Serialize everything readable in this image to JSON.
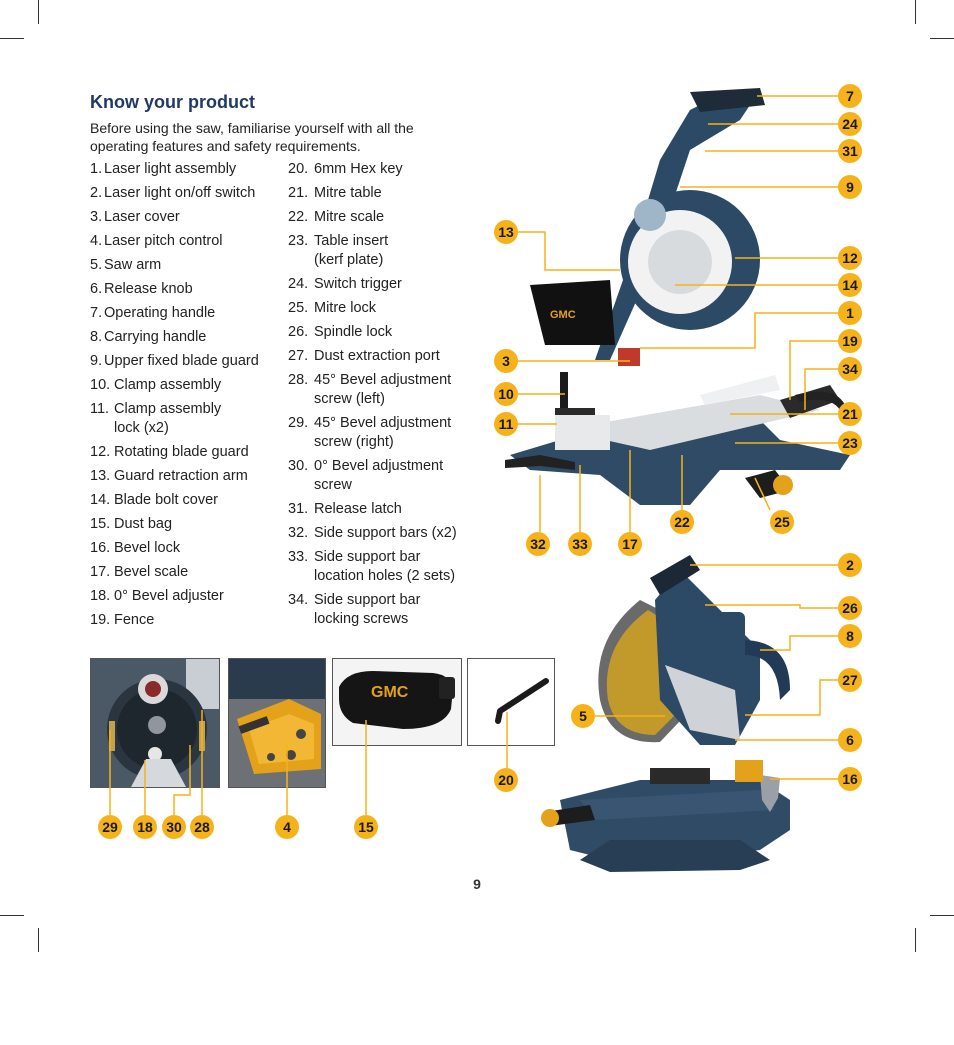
{
  "heading": "Know your product",
  "intro": "Before using the saw, familiarise yourself with all the operating features and safety requirements.",
  "parts_left": [
    {
      "num": "1.",
      "text": "Laser light assembly"
    },
    {
      "num": "2.",
      "text": "Laser light on/off switch"
    },
    {
      "num": "3.",
      "text": "Laser cover"
    },
    {
      "num": "4.",
      "text": "Laser pitch control"
    },
    {
      "num": "5.",
      "text": "Saw arm"
    },
    {
      "num": "6.",
      "text": "Release knob"
    },
    {
      "num": "7.",
      "text": "Operating handle"
    },
    {
      "num": "8.",
      "text": "Carrying handle"
    },
    {
      "num": "9.",
      "text": "Upper fixed blade guard"
    },
    {
      "num": "10.",
      "text": "Clamp assembly"
    },
    {
      "num": "11.",
      "text": "Clamp assembly\nlock (x2)"
    },
    {
      "num": "12.",
      "text": "Rotating blade guard"
    },
    {
      "num": "13.",
      "text": "Guard retraction arm"
    },
    {
      "num": "14.",
      "text": "Blade bolt cover"
    },
    {
      "num": "15.",
      "text": "Dust bag"
    },
    {
      "num": "16.",
      "text": "Bevel lock"
    },
    {
      "num": "17.",
      "text": "Bevel scale"
    },
    {
      "num": "18.",
      "text": "0° Bevel adjuster"
    },
    {
      "num": "19.",
      "text": "Fence"
    }
  ],
  "parts_right": [
    {
      "num": "20.",
      "text": "6mm Hex key"
    },
    {
      "num": "21.",
      "text": "Mitre table"
    },
    {
      "num": "22.",
      "text": "Mitre scale"
    },
    {
      "num": "23.",
      "text": "Table insert\n(kerf plate)"
    },
    {
      "num": "24.",
      "text": "Switch trigger"
    },
    {
      "num": "25.",
      "text": "Mitre lock"
    },
    {
      "num": "26.",
      "text": "Spindle lock"
    },
    {
      "num": "27.",
      "text": "Dust extraction port"
    },
    {
      "num": "28.",
      "text": "45° Bevel adjustment\nscrew (left)"
    },
    {
      "num": "29.",
      "text": "45° Bevel adjustment\nscrew (right)"
    },
    {
      "num": "30.",
      "text": "0° Bevel adjustment\nscrew"
    },
    {
      "num": "31.",
      "text": "Release latch"
    },
    {
      "num": "32.",
      "text": "Side support bars (x2)"
    },
    {
      "num": "33.",
      "text": "Side support bar\nlocation holes (2 sets)"
    },
    {
      "num": "34.",
      "text": "Side support bar\nlocking screws"
    }
  ],
  "brand_logo": "GMC",
  "callouts": [
    "7",
    "24",
    "31",
    "9",
    "13",
    "12",
    "14",
    "1",
    "19",
    "3",
    "34",
    "10",
    "21",
    "11",
    "23",
    "22",
    "25",
    "32",
    "33",
    "17",
    "2",
    "26",
    "8",
    "27",
    "5",
    "6",
    "20",
    "16",
    "29",
    "18",
    "30",
    "28",
    "4",
    "15"
  ],
  "page_number": "9",
  "colors": {
    "heading": "#1f3a66",
    "callout": "#f6b21b",
    "saw_body": "#2c4a66",
    "accent": "#e3a21a"
  }
}
